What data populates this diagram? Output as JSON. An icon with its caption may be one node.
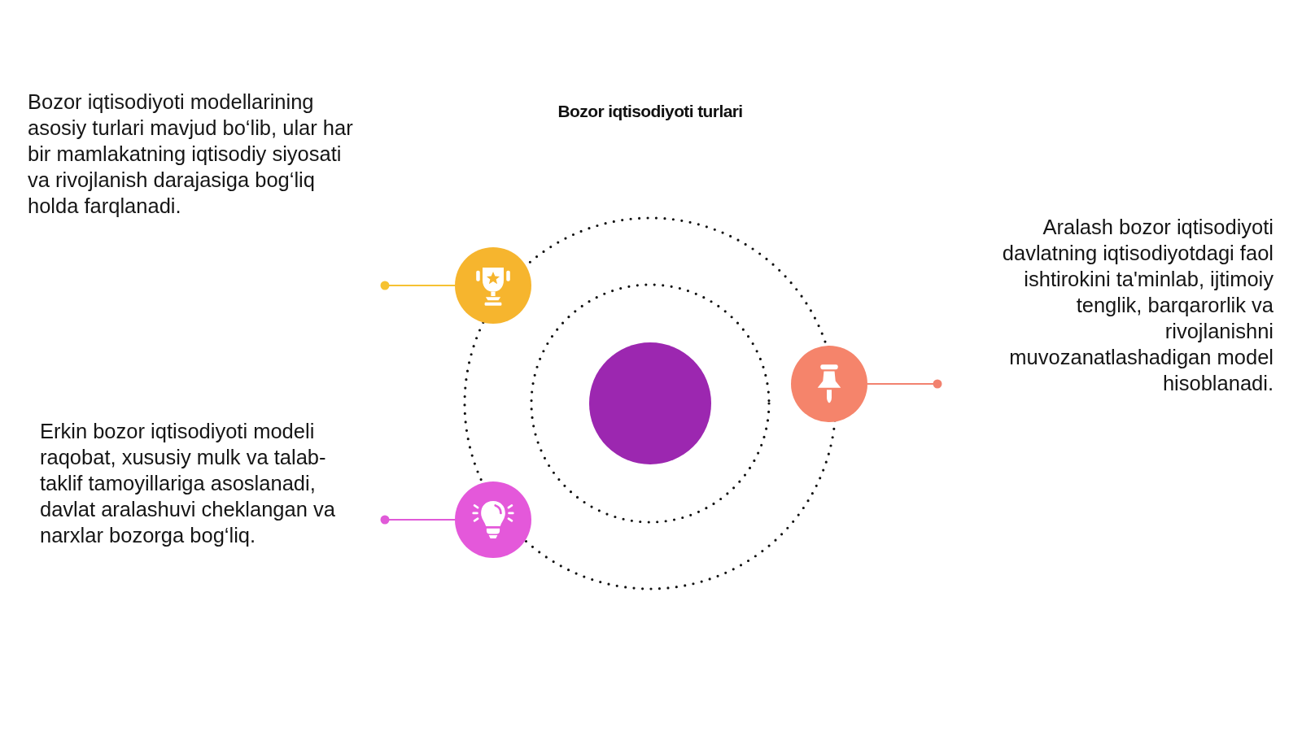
{
  "diagram": {
    "title": "Bozor iqtisodiyoti turlari",
    "nodes": [
      {
        "text": [],
        "shape": "circle"
      },
      {
        "text": [],
        "shape": "circle"
      },
      {
        "text": [],
        "shape": "circle"
      },
      {
        "text": [],
        "shape": "circle"
      }
    ],
    "edges": [
      {
        "from": null,
        "to": 0,
        "arrow": "other",
        "color": "#f6c232"
      },
      {
        "from": null,
        "to": 1,
        "arrow": "other",
        "color": "#f2826f"
      },
      {
        "from": null,
        "to": 3,
        "arrow": "other",
        "color": "#e05ad8"
      }
    ],
    "labels": [
      "Bozor iqtisodiyoti modellarining asosiy turlari mavjud bo‘lib, ular har bir mamlakatning iqtisodiy siyosati va rivojlanish darajasiga bog‘liq holda farqlanadi.",
      "Aralash bozor iqtisodiyoti davlatning iqtisodiyotdagi faol ishtirokini ta'minlab, ijtimoiy tenglik, barqarorlik va rivojlanishni muvozanatlashadigan model hisoblanadi.",
      "Erkin bozor iqtisodiyoti modeli raqobat, xususiy mulk va talab-taklif tamoyillariga asoslanadi, davlat aralashuvi cheklangan va narxlar bozorga bog‘liq."
    ]
  }
}
